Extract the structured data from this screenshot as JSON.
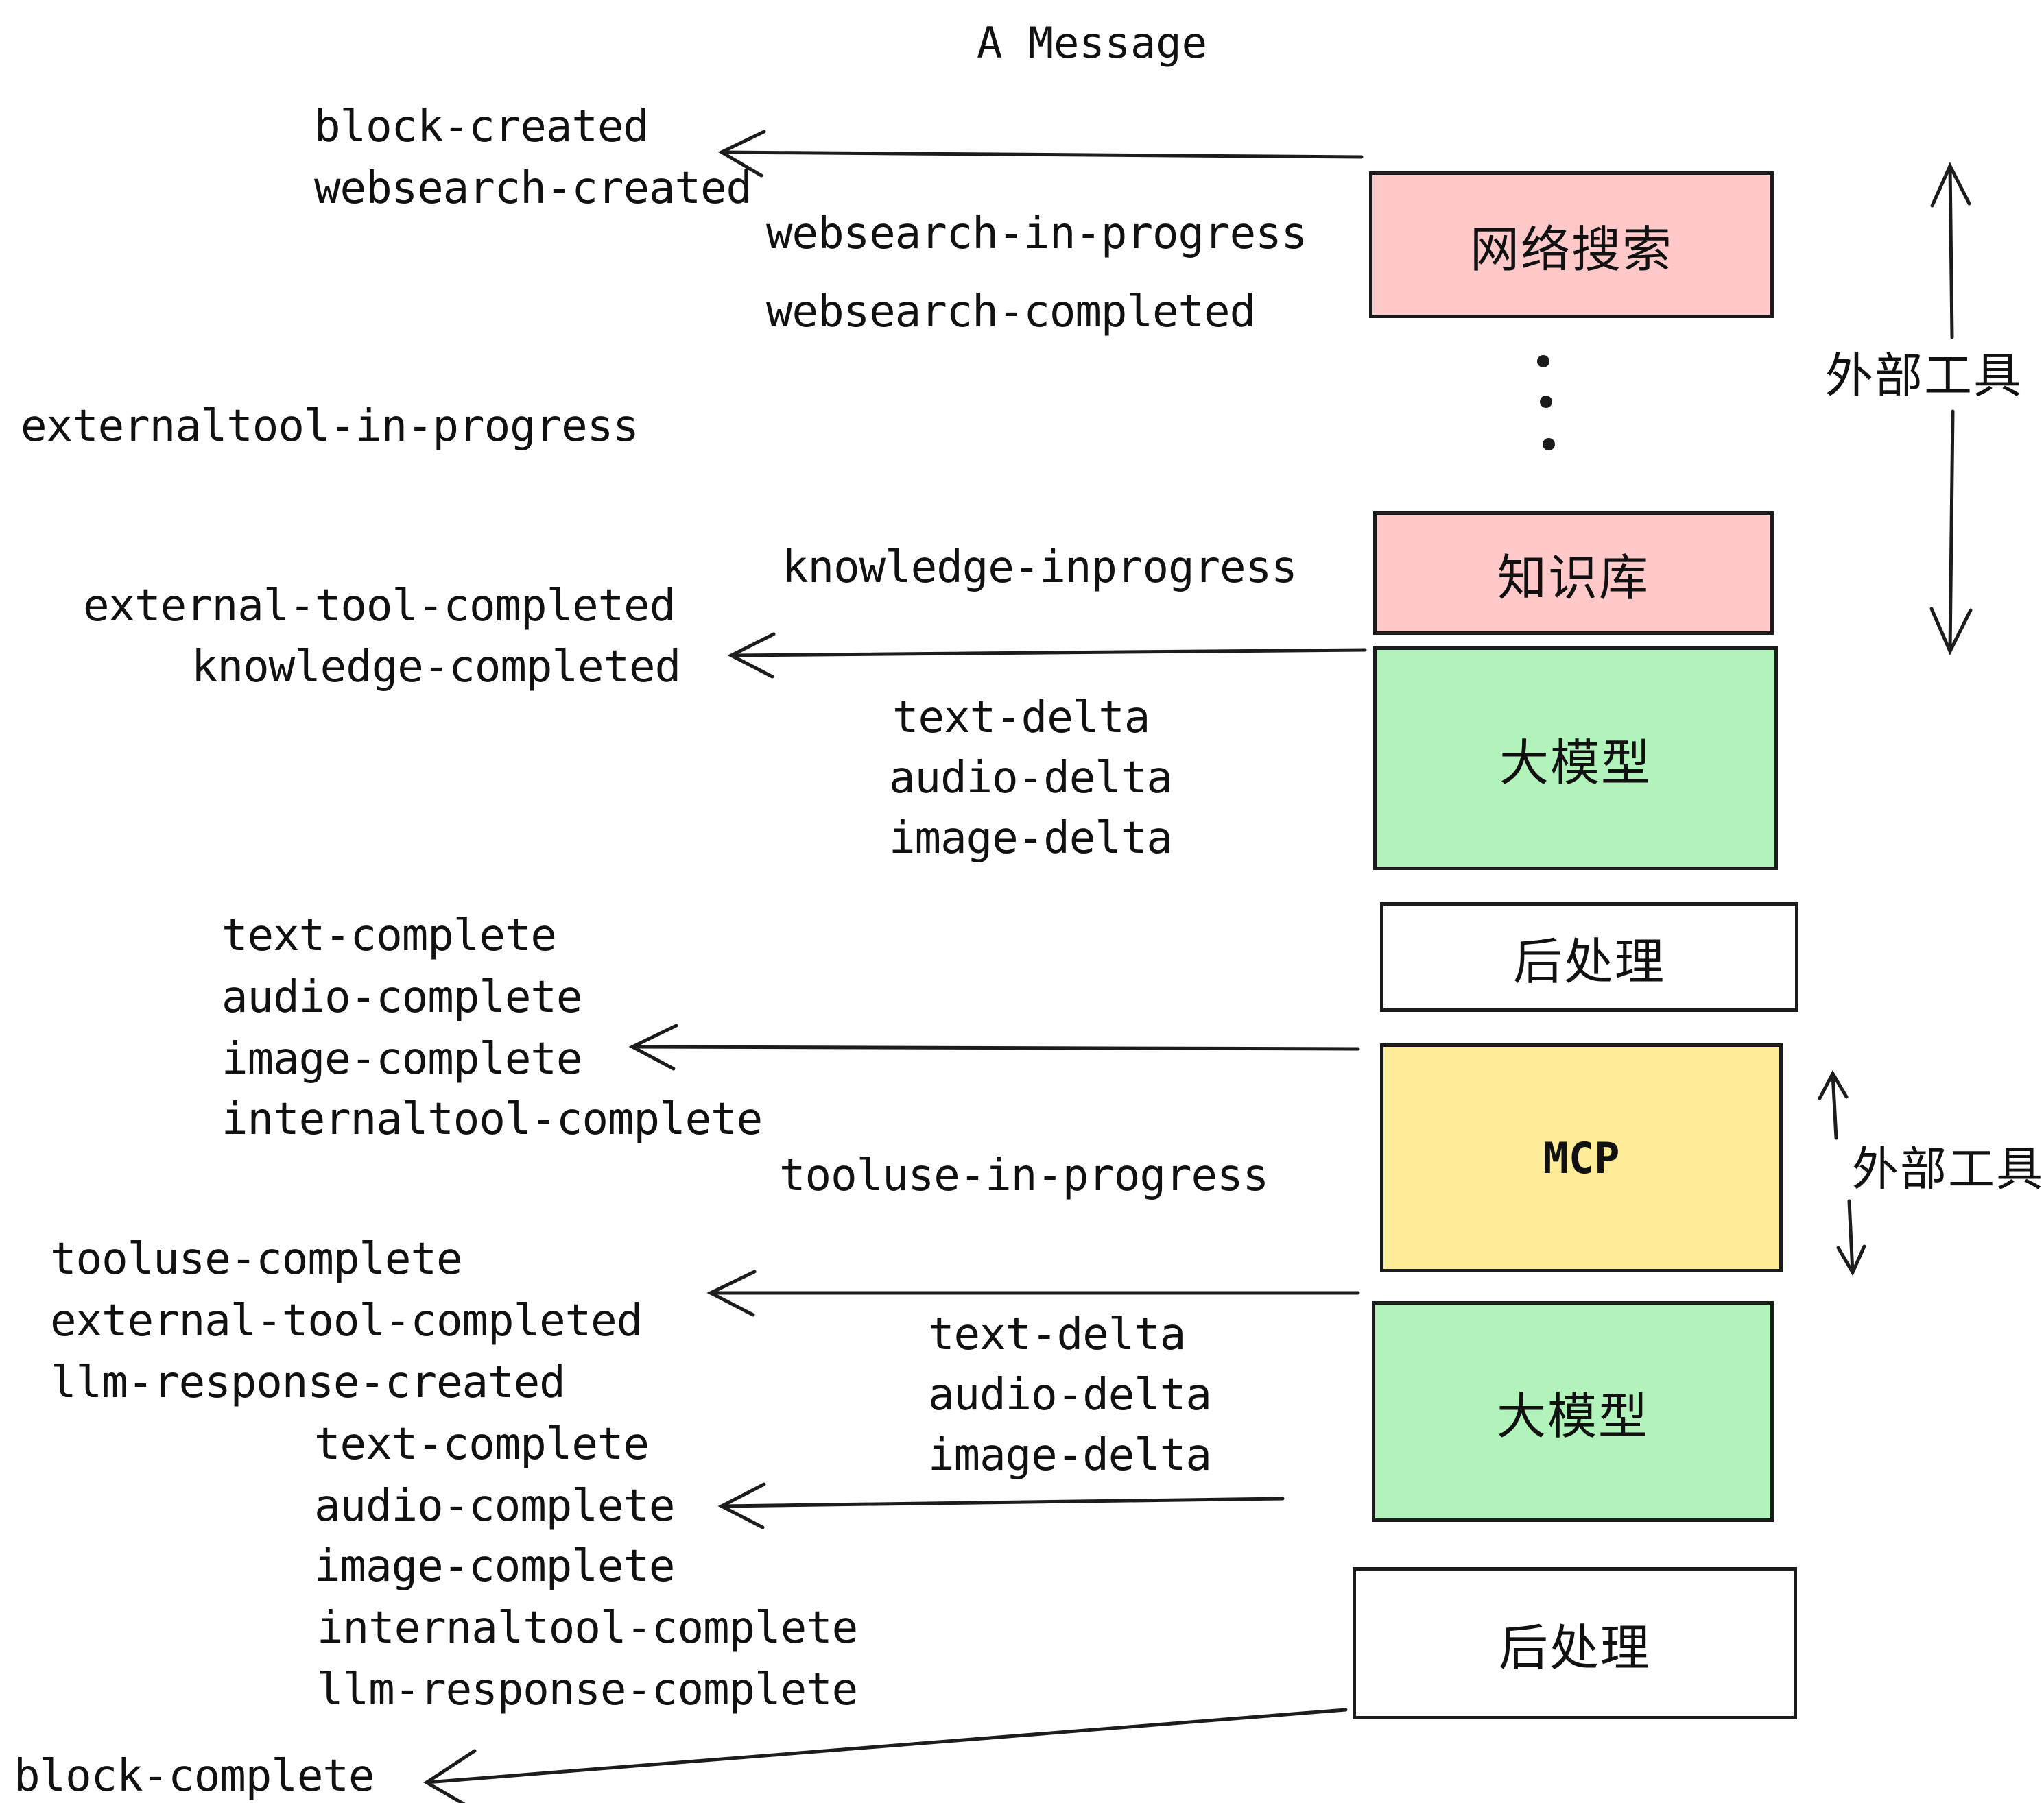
{
  "title": "A Message",
  "colors": {
    "pink": "#ffc9c9",
    "green": "#b2f2bb",
    "yellow": "#ffec99",
    "white": "#ffffff",
    "stroke": "#1b1b1b",
    "text": "#111111"
  },
  "boxes": [
    {
      "id": "websearch",
      "label": "网络搜索",
      "fill": "pink"
    },
    {
      "id": "knowledge",
      "label": "知识库",
      "fill": "pink"
    },
    {
      "id": "llm1",
      "label": "大模型",
      "fill": "green"
    },
    {
      "id": "post1",
      "label": "后处理",
      "fill": "white"
    },
    {
      "id": "mcp",
      "label": "MCP",
      "fill": "yellow"
    },
    {
      "id": "llm2",
      "label": "大模型",
      "fill": "green"
    },
    {
      "id": "post2",
      "label": "后处理",
      "fill": "white"
    }
  ],
  "side_labels": {
    "external_tools_top": "外部工具",
    "external_tools_mid": "外部工具"
  },
  "events": {
    "block_created": "block-created",
    "websearch_created": "websearch-created",
    "websearch_in_progress": "websearch-in-progress",
    "websearch_completed": "websearch-completed",
    "externaltool_in_progress": "externaltool-in-progress",
    "knowledge_inprogress": "knowledge-inprogress",
    "external_tool_completed": "external-tool-completed",
    "knowledge_completed": "knowledge-completed",
    "text_delta": "text-delta",
    "audio_delta": "audio-delta",
    "image_delta": "image-delta",
    "text_complete": "text-complete",
    "audio_complete": "audio-complete",
    "image_complete": "image-complete",
    "internaltool_complete": "internaltool-complete",
    "tooluse_in_progress": "tooluse-in-progress",
    "tooluse_complete": "tooluse-complete",
    "external_tool_completed_2": "external-tool-completed",
    "llm_response_created": "llm-response-created",
    "text_complete_2": "text-complete",
    "audio_complete_2": "audio-complete",
    "image_complete_2": "image-complete",
    "internaltool_complete_2": "internaltool-complete",
    "llm_response_complete": "llm-response-complete",
    "block_complete": "block-complete",
    "text_delta_2": "text-delta",
    "audio_delta_2": "audio-delta",
    "image_delta_2": "image-delta"
  }
}
